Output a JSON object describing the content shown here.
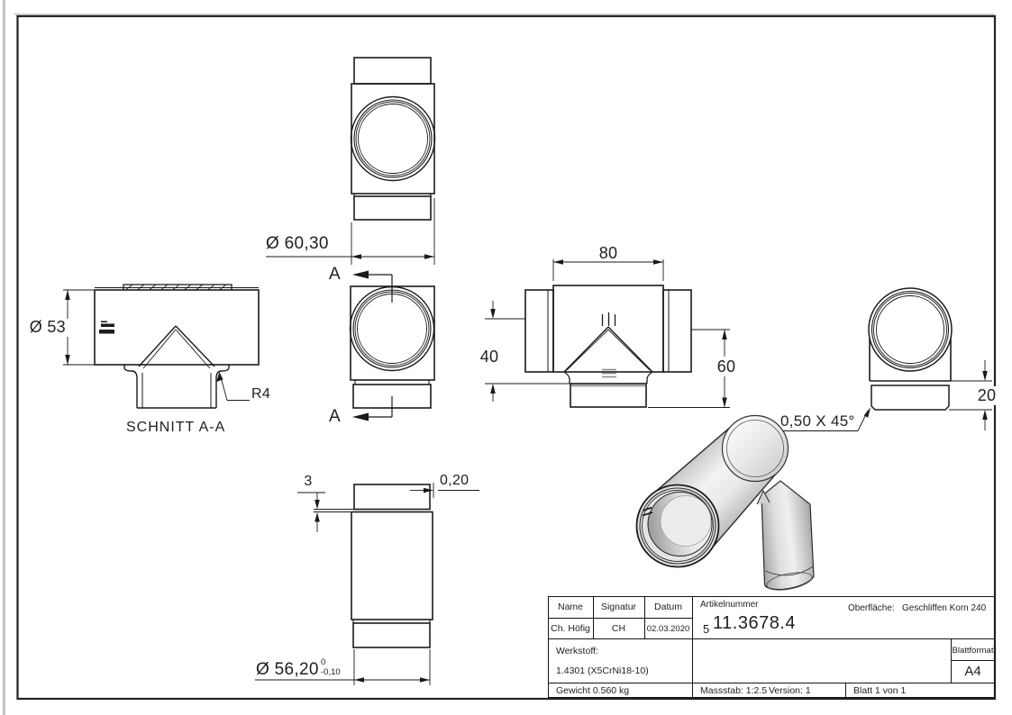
{
  "views": {
    "top_view": {
      "dia": "Ø 60,30"
    },
    "cut_view": {
      "a_top": "A",
      "a_bottom": "A"
    },
    "section_view": {
      "dia": "Ø 53",
      "radius": "R4",
      "title": "SCHNITT A-A"
    },
    "front_view": {
      "width": "80",
      "left_h": "40",
      "right_h": "60"
    },
    "side_view": {
      "chamfer": "0,50 X 45°",
      "cap_h": "20"
    },
    "bottom_view": {
      "wall": "3",
      "offset": "0,20",
      "dia": "Ø 56,20",
      "tol_up": "0",
      "tol_low": "-0,10"
    }
  },
  "title_block": {
    "name_label": "Name",
    "signature_label": "Signatur",
    "date_label": "Datum",
    "name": "Ch. Höfig",
    "signature": "CH",
    "date": "02.03.2020",
    "article_label": "Artikelnummer",
    "article_prefix": "5",
    "article_number": "11.3678.4",
    "surface_label": "Oberfläche:",
    "surface_value": "Geschliffen Korn 240",
    "material_label": "Werkstoff:",
    "material_value": "1.4301 (X5CrNi18-10)",
    "sheet_format_label": "Blattformat",
    "sheet_format": "A4",
    "weight": "Gewicht 0.560 kg",
    "scale": "Massstab: 1:2.5",
    "version": "Version: 1",
    "sheet": "Blatt 1 von 1"
  },
  "colors": {
    "line": "#1a1a1a",
    "shade_light": "#f2f2f2",
    "shade_dark": "#9a9a9a"
  }
}
